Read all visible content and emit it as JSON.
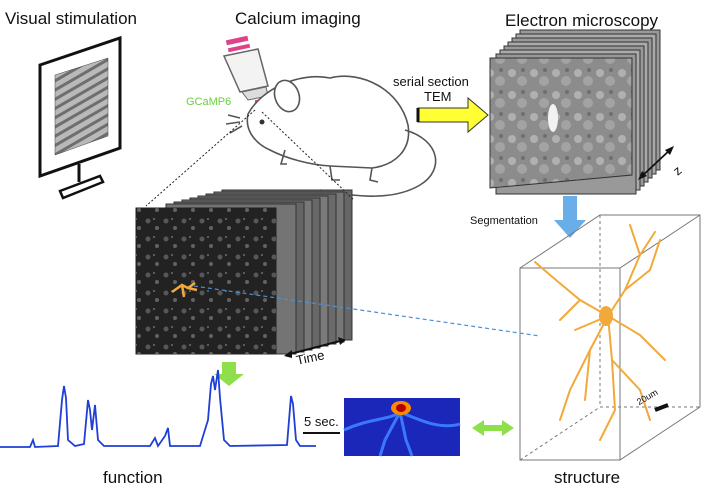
{
  "labels": {
    "visual_stimulation": "Visual stimulation",
    "calcium_imaging": "Calcium imaging",
    "electron_microscopy": "Electron microscopy",
    "gcamp": "GCaMP6",
    "serial_section": "serial section",
    "tem": "TEM",
    "z": "z",
    "segmentation": "Segmentation",
    "time": "Time",
    "scale_time": "5 sec.",
    "scale_length": "20um",
    "function": "function",
    "structure": "structure"
  },
  "colors": {
    "trace": "#1f3fd6",
    "arrow_green": "#8ee04a",
    "arrow_yellow": "#ffff33",
    "arrow_blue": "#6aaee8",
    "neuron_orange": "#f2a93b",
    "gcamp_green": "#6ad13a",
    "objective_pink": "#e0428a"
  },
  "icons": [
    "monitor-icon",
    "microscope-objective-icon",
    "mouse-icon"
  ]
}
